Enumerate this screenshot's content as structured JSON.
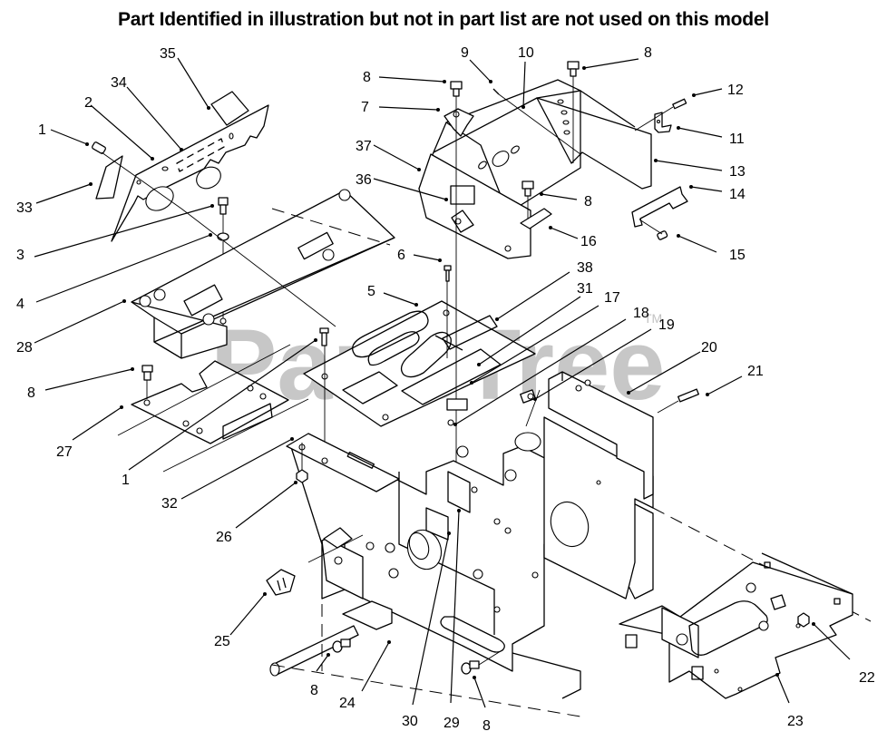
{
  "header": {
    "notice": "Part Identified in illustration but not in part list are not used on this model"
  },
  "watermark": {
    "text": "PartsTree",
    "trademark": "TM",
    "color": "#9a9a9a"
  },
  "callouts": [
    {
      "id": "c1a",
      "label": "1"
    },
    {
      "id": "c2",
      "label": "2"
    },
    {
      "id": "c34",
      "label": "34"
    },
    {
      "id": "c35",
      "label": "35"
    },
    {
      "id": "c33",
      "label": "33"
    },
    {
      "id": "c3",
      "label": "3"
    },
    {
      "id": "c4",
      "label": "4"
    },
    {
      "id": "c28",
      "label": "28"
    },
    {
      "id": "c8a",
      "label": "8"
    },
    {
      "id": "c27",
      "label": "27"
    },
    {
      "id": "c1b",
      "label": "1"
    },
    {
      "id": "c32",
      "label": "32"
    },
    {
      "id": "c26",
      "label": "26"
    },
    {
      "id": "c25",
      "label": "25"
    },
    {
      "id": "c8b",
      "label": "8"
    },
    {
      "id": "c24",
      "label": "24"
    },
    {
      "id": "c30",
      "label": "30"
    },
    {
      "id": "c29",
      "label": "29"
    },
    {
      "id": "c8c",
      "label": "8"
    },
    {
      "id": "c8d",
      "label": "8"
    },
    {
      "id": "c7",
      "label": "7"
    },
    {
      "id": "c9",
      "label": "9"
    },
    {
      "id": "c10",
      "label": "10"
    },
    {
      "id": "c8e",
      "label": "8"
    },
    {
      "id": "c37",
      "label": "37"
    },
    {
      "id": "c36",
      "label": "36"
    },
    {
      "id": "c8f",
      "label": "8"
    },
    {
      "id": "c16",
      "label": "16"
    },
    {
      "id": "c6",
      "label": "6"
    },
    {
      "id": "c5",
      "label": "5"
    },
    {
      "id": "c38",
      "label": "38"
    },
    {
      "id": "c31",
      "label": "31"
    },
    {
      "id": "c17",
      "label": "17"
    },
    {
      "id": "c18",
      "label": "18"
    },
    {
      "id": "c19",
      "label": "19"
    },
    {
      "id": "c20",
      "label": "20"
    },
    {
      "id": "c21",
      "label": "21"
    },
    {
      "id": "c12",
      "label": "12"
    },
    {
      "id": "c11",
      "label": "11"
    },
    {
      "id": "c13",
      "label": "13"
    },
    {
      "id": "c14",
      "label": "14"
    },
    {
      "id": "c15",
      "label": "15"
    },
    {
      "id": "c22",
      "label": "22"
    },
    {
      "id": "c23",
      "label": "23"
    }
  ]
}
